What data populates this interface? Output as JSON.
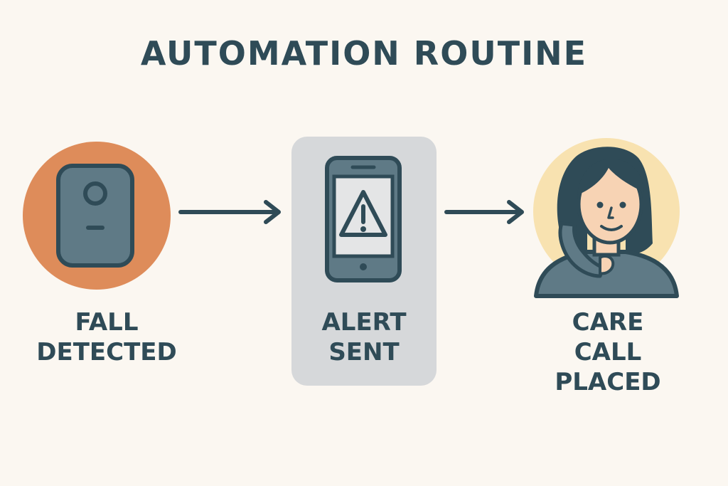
{
  "title": "AUTOMATION ROUTINE",
  "colors": {
    "background": "#fbf7f1",
    "text": "#2f4b57",
    "fall_circle": "#de8c5a",
    "alert_card": "#d6d8da",
    "caller_circle": "#f8e2b0",
    "device": "#5f7a86",
    "outline": "#2f4b57"
  },
  "steps": [
    {
      "id": "fall-detected",
      "label_lines": [
        "FALL",
        "DETECTED"
      ],
      "icon": "fall-sensor-device-icon"
    },
    {
      "id": "alert-sent",
      "label_lines": [
        "ALERT",
        "SENT"
      ],
      "icon": "phone-warning-icon",
      "highlighted": true
    },
    {
      "id": "care-call-placed",
      "label_lines": [
        "CARE",
        "CALL",
        "PLACED"
      ],
      "icon": "caregiver-on-phone-icon"
    }
  ],
  "arrows": [
    "arrow-right-icon",
    "arrow-right-icon"
  ]
}
